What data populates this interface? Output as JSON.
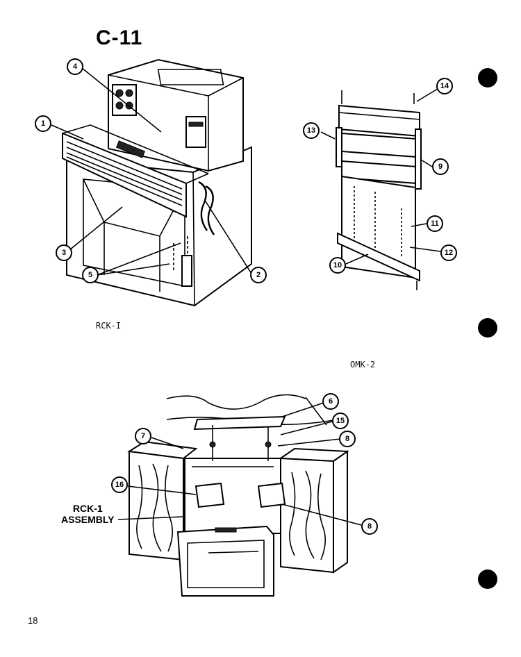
{
  "page": {
    "title": "C-11",
    "page_number": "18"
  },
  "figures": {
    "rck": {
      "label": "RCK-I"
    },
    "omk": {
      "label": "OMK-2"
    },
    "assembly": {
      "label_line1": "RCK-1",
      "label_line2": "ASSEMBLY"
    }
  },
  "callouts": [
    "1",
    "2",
    "3",
    "4",
    "5",
    "6",
    "7",
    "8",
    "8",
    "9",
    "10",
    "11",
    "12",
    "13",
    "14",
    "15",
    "16"
  ]
}
